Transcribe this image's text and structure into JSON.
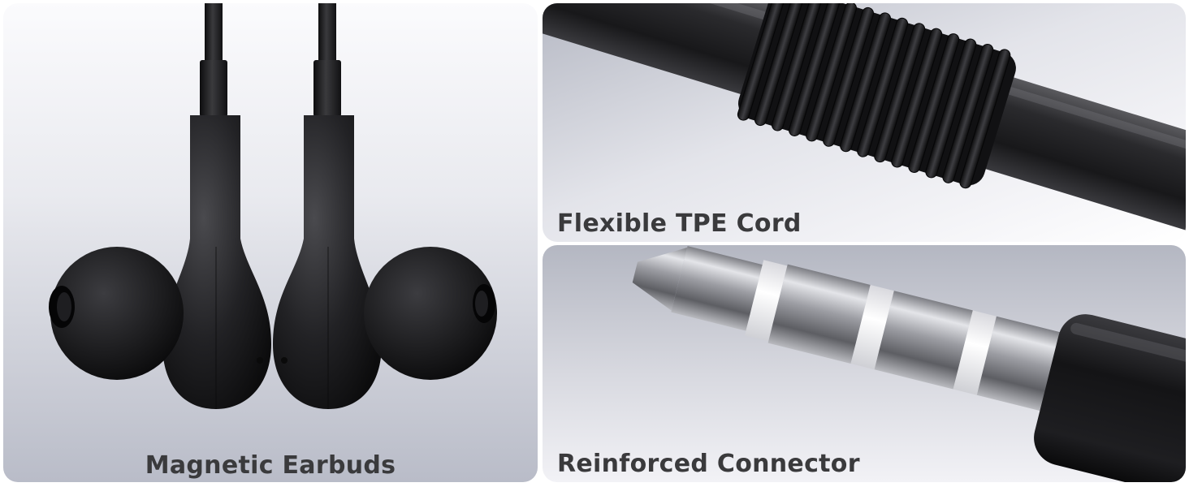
{
  "panels": {
    "earbuds": {
      "caption": "Magnetic Earbuds",
      "illustration": "earbuds-illustration"
    },
    "cord": {
      "caption": "Flexible TPE Cord",
      "illustration": "cord-illustration"
    },
    "connector": {
      "caption": "Reinforced Connector",
      "illustration": "connector-illustration"
    }
  },
  "colors": {
    "caption_text": "#3a3a3c",
    "product_black": "#1c1c1e",
    "metal_silver": "#c8c9cd",
    "insulator_white": "#f1f1f3"
  }
}
